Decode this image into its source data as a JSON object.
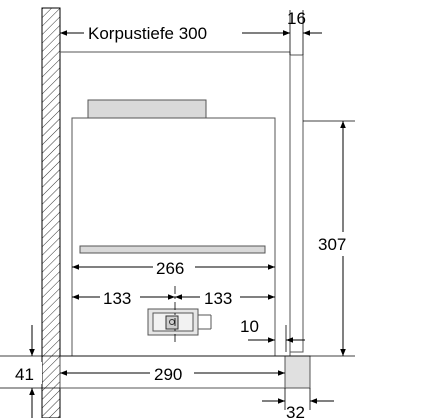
{
  "labels": {
    "depth": "Korpustiefe 300",
    "front_thickness": "16",
    "height": "307",
    "inner_width": "266",
    "half_left": "133",
    "half_right": "133",
    "gap": "10",
    "bottom_height": "41",
    "bottom_depth": "290",
    "handle_depth": "32"
  }
}
